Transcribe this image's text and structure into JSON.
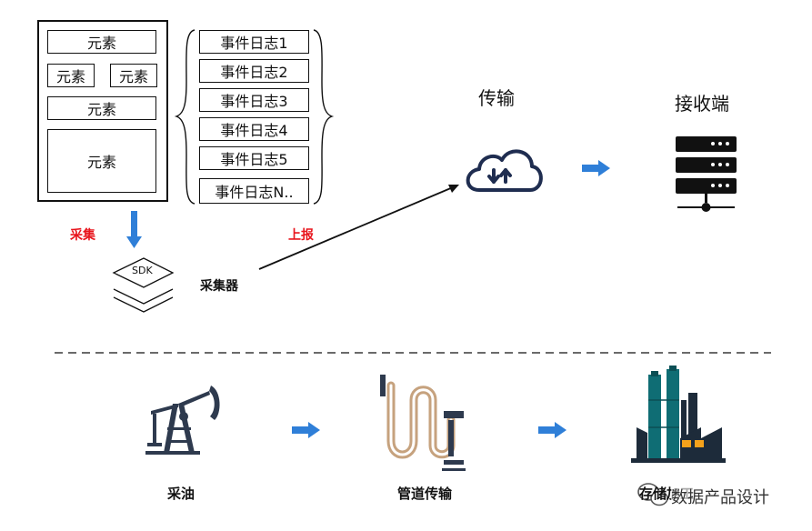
{
  "page": {
    "elements": {
      "top": "元素",
      "left": "元素",
      "right": "元素",
      "middle": "元素",
      "bottom": "元素"
    },
    "logs": [
      "事件日志1",
      "事件日志2",
      "事件日志3",
      "事件日志4",
      "事件日志5",
      "事件日志N.."
    ]
  },
  "flow": {
    "collect_label": "采集",
    "sdk_text": "SDK",
    "collector_label": "采集器",
    "report_label": "上报",
    "transfer_label": "传输",
    "receiver_label": "接收端"
  },
  "analogy": {
    "oil_label": "采油",
    "pipe_label": "管道传输",
    "store_label": "存储加工"
  },
  "watermark": {
    "text": "数据产品设计"
  },
  "colors": {
    "arrow_blue": "#2f7fd8",
    "accent_red": "#e8141c",
    "dark_navy": "#1f2d50",
    "pump_slate": "#2e3a4e",
    "pipe_tan": "#c6a27e",
    "plant_teal": "#0f6d74",
    "plant_orange": "#f5a21b"
  },
  "icons": [
    "document-page-icon",
    "brace-icon",
    "down-arrow-icon",
    "sdk-layers-icon",
    "report-line-arrow-icon",
    "cloud-transfer-icon",
    "right-arrow-icon",
    "server-icon",
    "oil-pump-icon",
    "pipeline-icon",
    "refinery-icon",
    "wechat-icon"
  ]
}
